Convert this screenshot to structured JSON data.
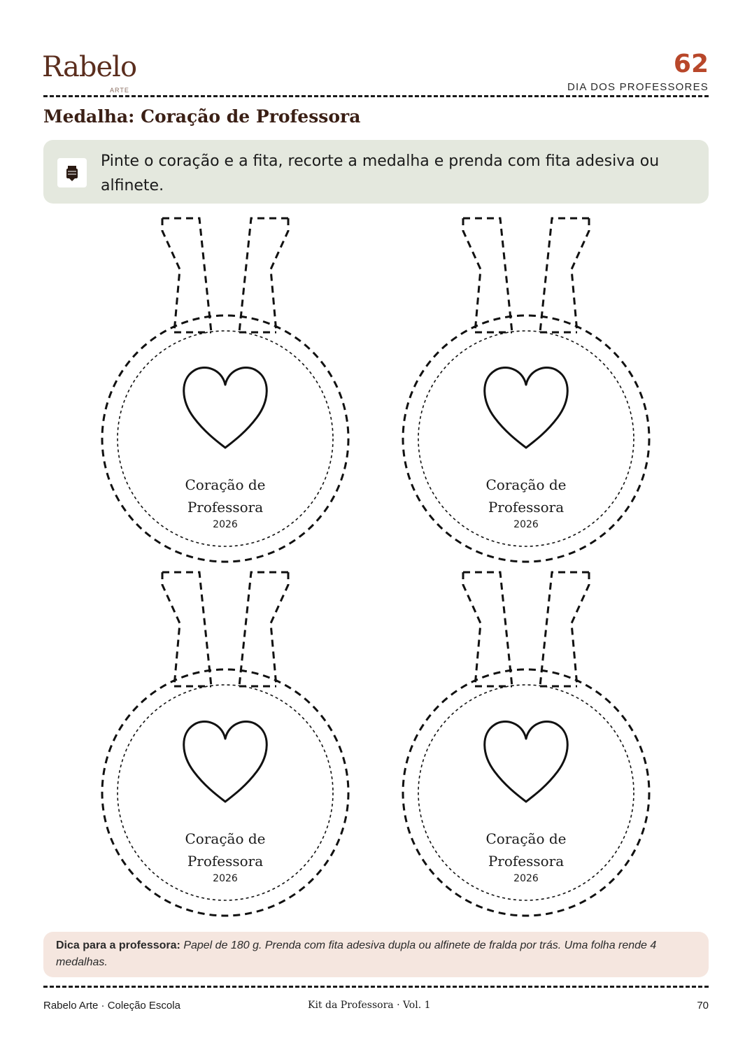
{
  "header": {
    "logo_word": "Rabelo",
    "logo_sub": "ARTE",
    "page_number": "62",
    "section": "DIA DOS PROFESSORES"
  },
  "title": "Medalha: Coração de Professora",
  "instruction": {
    "icon": "paint-jar-icon",
    "text": "Pinte o coração e a fita, recorte a medalha e prenda com fita adesiva ou alfinete."
  },
  "medals": [
    {
      "line1": "Coração de",
      "line2": "Professora",
      "year": "2026",
      "icon": "heart-icon"
    },
    {
      "line1": "Coração de",
      "line2": "Professora",
      "year": "2026",
      "icon": "heart-icon"
    },
    {
      "line1": "Coração de",
      "line2": "Professora",
      "year": "2026",
      "icon": "heart-icon"
    },
    {
      "line1": "Coração de",
      "line2": "Professora",
      "year": "2026",
      "icon": "heart-icon"
    }
  ],
  "tip": {
    "label": "Dica para a professora:",
    "text": "Papel de 180 g. Prenda com fita adesiva dupla ou alfinete de fralda por trás. Uma folha rende 4 medalhas."
  },
  "footer": {
    "left": "Rabelo Arte · Coleção Escola",
    "center": "Kit da Professora · Vol. 1",
    "right": "70"
  },
  "colors": {
    "accent": "#b8472a",
    "brand": "#5b2e1e",
    "instruction_bg": "#e4e8de",
    "tip_bg": "#f5e6df"
  }
}
